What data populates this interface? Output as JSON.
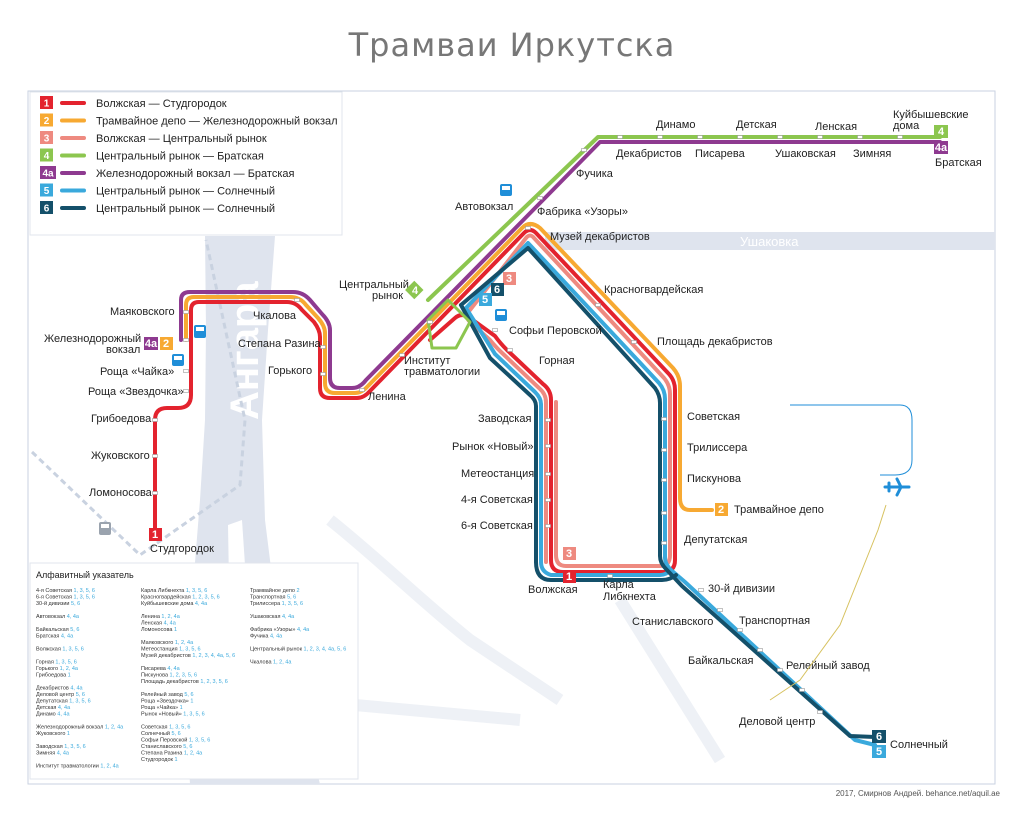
{
  "title": "Трамваи Иркутска",
  "credit": "2017, Смирнов Андрей. behance.net/aquil.ae",
  "colors": {
    "r1": "#e3232e",
    "r2": "#f7a932",
    "r3": "#ee8a80",
    "r4": "#8cc64f",
    "r4a": "#8e3a90",
    "r5": "#3aa9dc",
    "r6": "#14506a",
    "water": "#dfe4ee",
    "road": "#ffffff"
  },
  "rivers": {
    "angara": "Ангара",
    "ushakovka": "Ушаковка"
  },
  "legend": [
    {
      "num": "1",
      "label": "Волжская — Студгородок",
      "color": "#e3232e"
    },
    {
      "num": "2",
      "label": "Трамвайное депо — Железнодорожный вокзал",
      "color": "#f7a932"
    },
    {
      "num": "3",
      "label": "Волжская — Центральный рынок",
      "color": "#ee8a80"
    },
    {
      "num": "4",
      "label": "Центральный рынок — Братская",
      "color": "#8cc64f"
    },
    {
      "num": "4а",
      "label": "Железнодорожный вокзал — Братская",
      "color": "#8e3a90"
    },
    {
      "num": "5",
      "label": "Центральный рынок — Солнечный",
      "color": "#3aa9dc"
    },
    {
      "num": "6",
      "label": "Центральный рынок — Солнечный",
      "color": "#14506a"
    }
  ],
  "stations": {
    "dinamo": "Динамо",
    "detskaya": "Детская",
    "lenskaya": "Ленская",
    "kuib1": "Куйбышевские",
    "kuib2": "дома",
    "dekabristov": "Декабристов",
    "pisareva": "Писарева",
    "ushakovskaya": "Ушаковская",
    "zimnyaya": "Зимняя",
    "bratskaya": "Братская",
    "fuchika": "Фучика",
    "avtovokzal": "Автовокзал",
    "fabrika": "Фабрика «Узоры»",
    "muzei": "Музей декабристов",
    "krasnogvard": "Красногвардейская",
    "ploshad": "Площадь декабристов",
    "centr1": "Центральный",
    "centr2": "рынок",
    "sofia": "Софьи Перовской",
    "gornaya": "Горная",
    "inst1": "Институт",
    "inst2": "травматологии",
    "mayakovskogo": "Маяковского",
    "chkalova": "Чкалова",
    "zhd1": "Железнодорожный",
    "zhd2": "вокзал",
    "razina": "Степана Разина",
    "gorkogo": "Горького",
    "lenina": "Ленина",
    "chaika": "Роща «Чайка»",
    "zvezdochka": "Роща «Звездочка»",
    "griboedova": "Грибоедова",
    "zhukovskogo": "Жуковского",
    "lomonosova": "Ломоносова",
    "studgorodok": "Студгородок",
    "zavodskaya": "Заводская",
    "rynok_novy": "Рынок «Новый»",
    "meteo": "Метеостанция",
    "sov4": "4-я Советская",
    "sov6": "6-я Советская",
    "volzhskaya": "Волжская",
    "karla1": "Карла",
    "karla2": "Либкнехта",
    "sovetskaya": "Советская",
    "trilissera": "Трилиссера",
    "piskunova": "Пискунова",
    "depo": "Трамвайное депо",
    "deputatskaya": "Депутатская",
    "div30": "30-й дивизии",
    "stanislav": "Станиславского",
    "transport": "Транспортная",
    "baikal": "Байкальская",
    "releiny": "Релейный завод",
    "delovoi": "Деловой центр",
    "solnechny": "Солнечный"
  },
  "index_title": "Алфавитный указатель",
  "index": [
    [
      {
        "n": "4-я Советская",
        "r": "1, 3, 5, 6"
      },
      {
        "n": "6-я Советская",
        "r": "1, 3, 5, 6"
      },
      {
        "n": "30-й дивизии",
        "r": "5, 6"
      },
      {
        "n": "",
        "r": ""
      },
      {
        "n": "Автовокзал",
        "r": "4, 4а"
      },
      {
        "n": "",
        "r": ""
      },
      {
        "n": "Байкальская",
        "r": "5, 6"
      },
      {
        "n": "Братская",
        "r": "4, 4а"
      },
      {
        "n": "",
        "r": ""
      },
      {
        "n": "Волжская",
        "r": "1, 3, 5, 6"
      },
      {
        "n": "",
        "r": ""
      },
      {
        "n": "Горная",
        "r": "1, 3, 5, 6"
      },
      {
        "n": "Горького",
        "r": "1, 2, 4а"
      },
      {
        "n": "Грибоедова",
        "r": "1"
      },
      {
        "n": "",
        "r": ""
      },
      {
        "n": "Декабристов",
        "r": "4, 4а"
      },
      {
        "n": "Деловой центр",
        "r": "5, 6"
      },
      {
        "n": "Депутатская",
        "r": "1, 3, 5, 6"
      },
      {
        "n": "Детская",
        "r": "4, 4а"
      },
      {
        "n": "Динамо",
        "r": "4, 4а"
      },
      {
        "n": "",
        "r": ""
      },
      {
        "n": "Железнодорожный вокзал",
        "r": "1, 2, 4а"
      },
      {
        "n": "Жуковского",
        "r": "1"
      },
      {
        "n": "",
        "r": ""
      },
      {
        "n": "Заводская",
        "r": "1, 3, 5, 6"
      },
      {
        "n": "Зимняя",
        "r": "4, 4а"
      },
      {
        "n": "",
        "r": ""
      },
      {
        "n": "Институт травматологии",
        "r": "1, 2, 4а"
      }
    ],
    [
      {
        "n": "Карла Либкнехта",
        "r": "1, 3, 5, 6"
      },
      {
        "n": "Красногвардейская",
        "r": "1, 2, 3, 5, 6"
      },
      {
        "n": "Куйбышевские дома",
        "r": "4, 4а"
      },
      {
        "n": "",
        "r": ""
      },
      {
        "n": "Ленина",
        "r": "1, 2, 4а"
      },
      {
        "n": "Ленская",
        "r": "4, 4а"
      },
      {
        "n": "Ломоносова",
        "r": "1"
      },
      {
        "n": "",
        "r": ""
      },
      {
        "n": "Маяковского",
        "r": "1, 2, 4а"
      },
      {
        "n": "Метеостанция",
        "r": "1, 3, 5, 6"
      },
      {
        "n": "Музей декабристов",
        "r": "1, 2, 3, 4, 4а, 5, 6"
      },
      {
        "n": "",
        "r": ""
      },
      {
        "n": "Писарева",
        "r": "4, 4а"
      },
      {
        "n": "Пискунова",
        "r": "1, 2, 3, 5, 6"
      },
      {
        "n": "Площадь декабристов",
        "r": "1, 2, 3, 5, 6"
      },
      {
        "n": "",
        "r": ""
      },
      {
        "n": "Релейный завод",
        "r": "5, 6"
      },
      {
        "n": "Роща «Звездочка»",
        "r": "1"
      },
      {
        "n": "Роща «Чайка»",
        "r": "1"
      },
      {
        "n": "Рынок «Новый»",
        "r": "1, 3, 5, 6"
      },
      {
        "n": "",
        "r": ""
      },
      {
        "n": "Советская",
        "r": "1, 3, 5, 6"
      },
      {
        "n": "Солнечный",
        "r": "5, 6"
      },
      {
        "n": "Софьи Перовской",
        "r": "1, 3, 5, 6"
      },
      {
        "n": "Станиславского",
        "r": "5, 6"
      },
      {
        "n": "Степана Разина",
        "r": "1, 2, 4а"
      },
      {
        "n": "Студгородок",
        "r": "1"
      }
    ],
    [
      {
        "n": "Трамвайное депо",
        "r": "2"
      },
      {
        "n": "Транспортная",
        "r": "5, 6"
      },
      {
        "n": "Трилиссера",
        "r": "1, 3, 5, 6"
      },
      {
        "n": "",
        "r": ""
      },
      {
        "n": "Ушаковская",
        "r": "4, 4а"
      },
      {
        "n": "",
        "r": ""
      },
      {
        "n": "Фабрика «Узоры»",
        "r": "4, 4а"
      },
      {
        "n": "Фучика",
        "r": "4, 4а"
      },
      {
        "n": "",
        "r": ""
      },
      {
        "n": "Центральный рынок",
        "r": "1, 2, 3, 4, 4а, 5, 6"
      },
      {
        "n": "",
        "r": ""
      },
      {
        "n": "Чкалова",
        "r": "1, 2, 4а"
      }
    ]
  ]
}
